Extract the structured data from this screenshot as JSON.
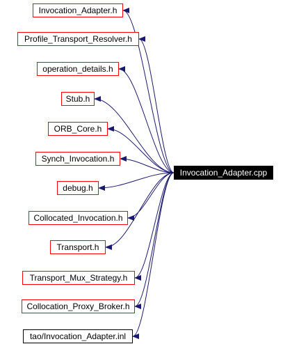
{
  "diagram": {
    "colors": {
      "edge": "#191970",
      "header_border": "#ff0000",
      "plain_border": "#000000",
      "root_fill": "#000000",
      "root_text": "#ffffff"
    },
    "root": {
      "label": "Invocation_Adapter.cpp"
    },
    "includes": [
      {
        "label": "Invocation_Adapter.h",
        "kind": "header"
      },
      {
        "label": "Profile_Transport_Resolver.h",
        "kind": "header"
      },
      {
        "label": "operation_details.h",
        "kind": "header"
      },
      {
        "label": "Stub.h",
        "kind": "header"
      },
      {
        "label": "ORB_Core.h",
        "kind": "header"
      },
      {
        "label": "Synch_Invocation.h",
        "kind": "header"
      },
      {
        "label": "debug.h",
        "kind": "header"
      },
      {
        "label": "Collocated_Invocation.h",
        "kind": "header"
      },
      {
        "label": "Transport.h",
        "kind": "header"
      },
      {
        "label": "Transport_Mux_Strategy.h",
        "kind": "header"
      },
      {
        "label": "Collocation_Proxy_Broker.h",
        "kind": "header"
      },
      {
        "label": "tao/Invocation_Adapter.inl",
        "kind": "plain"
      }
    ]
  }
}
